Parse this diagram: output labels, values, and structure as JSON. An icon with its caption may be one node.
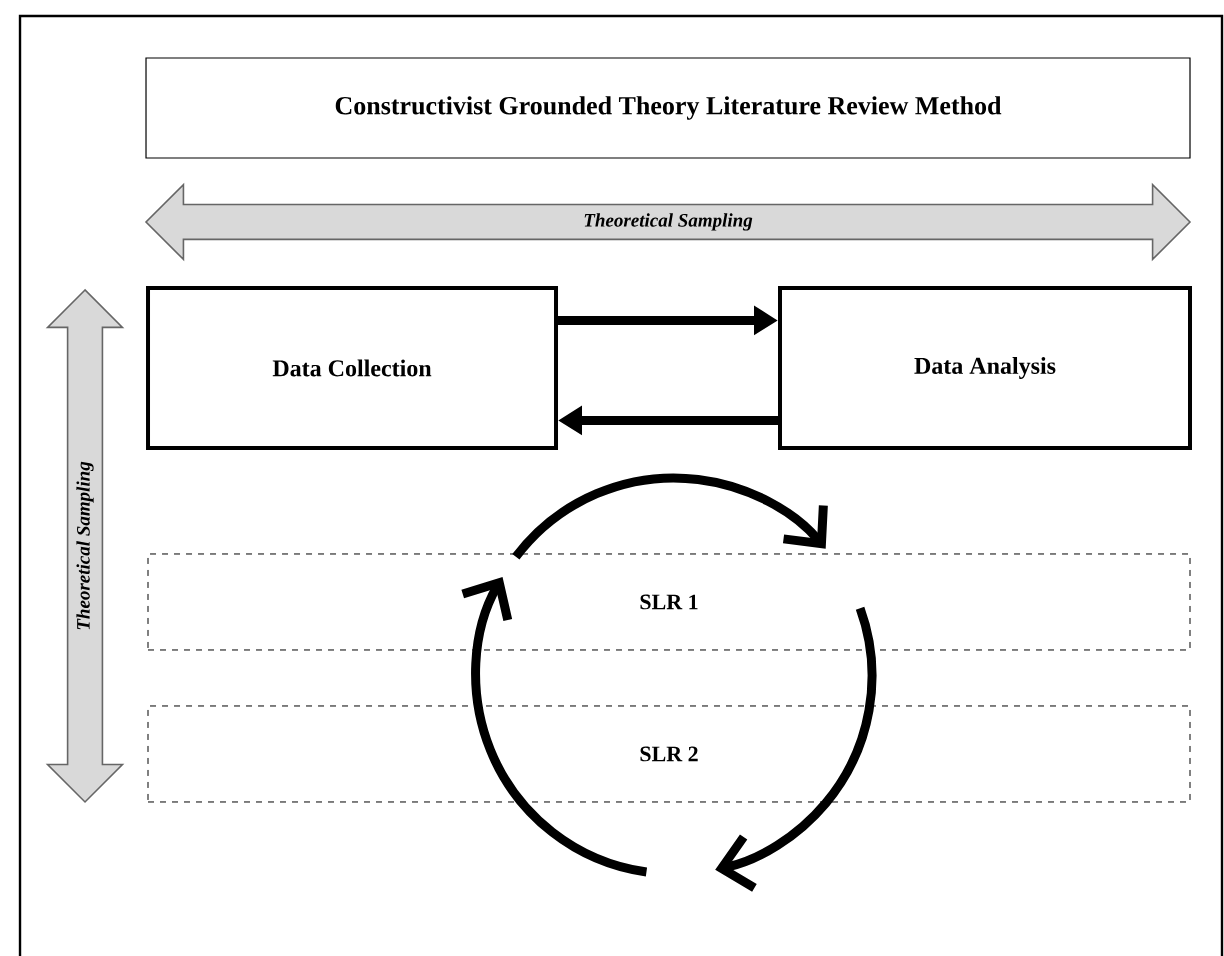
{
  "diagram": {
    "nodes": [
      {
        "text": [
          "Constructivist Grounded Theory Literature Review Method"
        ]
      },
      {
        "text": [
          "Theoretical Sampling"
        ]
      },
      {
        "text": [
          "Theoretical Sampling"
        ]
      },
      {
        "text": [
          "Data Collection"
        ]
      },
      {
        "text": [
          "Data Analysis"
        ]
      },
      {
        "text": [
          "SLR 1"
        ]
      },
      {
        "text": [
          "SLR 2"
        ]
      }
    ],
    "edges": [
      {
        "from": 3,
        "to": 4,
        "arrow": "to"
      },
      {
        "from": 4,
        "to": 3,
        "arrow": "to"
      }
    ]
  }
}
